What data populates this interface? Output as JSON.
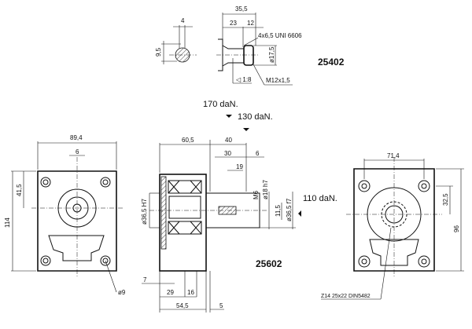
{
  "detail_25402": {
    "code": "25402",
    "key_width": "4",
    "key_height": "9,5",
    "overall_length": "35,5",
    "taper_length": "23",
    "nut_length": "12",
    "key_spec": "4x6,5 UNI 6606",
    "diameter": "ø17,5",
    "taper": "1:8",
    "thread": "M12x1,5"
  },
  "loads": {
    "axial_1": "170 daN.",
    "axial_2": "130 daN.",
    "radial": "110 daN."
  },
  "front_view": {
    "width": "89,4",
    "offset": "6",
    "half_height": "41,5",
    "height": "114",
    "hole_diameter": "ø9"
  },
  "side_view_25602": {
    "code": "25602",
    "body_length": "60,5",
    "shaft_length": "40",
    "key_length": "30",
    "key_offset": "6",
    "thread_depth": "19",
    "thread": "M6",
    "shaft_diameter": "ø18 h7",
    "key_height": "11,5",
    "pilot_diameter": "ø36,5 f7",
    "bore_diameter": "ø36,5 H7",
    "dim_7": "7",
    "dim_29": "29",
    "dim_16": "16",
    "dim_54_5": "54,5",
    "dim_5": "5"
  },
  "rear_view": {
    "width": "71,4",
    "half_height": "32,5",
    "height": "96",
    "spline": "Z14 25x22 DIN5482"
  }
}
